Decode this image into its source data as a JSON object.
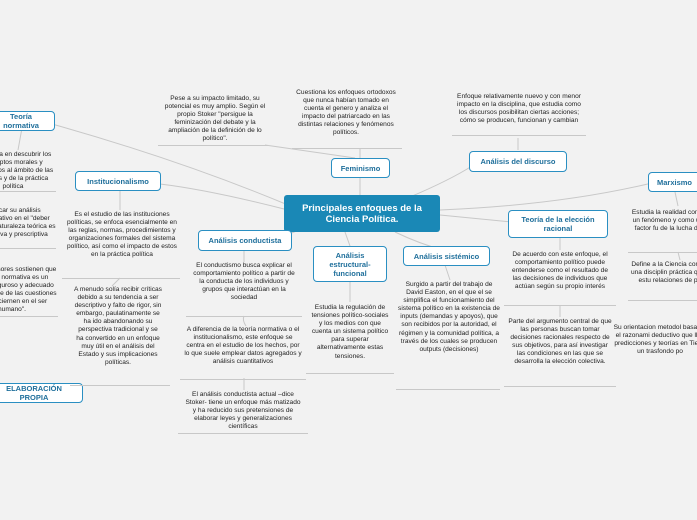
{
  "center": "Principales enfoques de la Ciencia Política.",
  "nodes": {
    "normativa": "Teoría normativa",
    "institucionalismo": "Institucionalismo",
    "conductista": "Análisis conductista",
    "estructural": "Análisis estructural-funcional",
    "sistemico": "Análisis sistémico",
    "feminismo": "Feminismo",
    "discurso": "Análisis del discurso",
    "eleccion": "Teoría de la elección racional",
    "marxismo": "Marxismo",
    "elaboracion": "ELABORACIÓN PROPIA"
  },
  "texts": {
    "normativa_1": "Se centra en descubrir los preceptos morales y normativos al ámbito de las políticas y de la práctica política",
    "normativa_2": "Enfocar su análisis investigativo en el \"deber ser\", su naturaleza teórica es normativa y prescriptiva",
    "normativa_3": "Sus defensores sostienen que la teoría normativa es un método riguroso y adecuado de ocuparse de las cuestiones que se ciernen en el ser humano\".",
    "inst_1": "Es el estudio de las instituciones políticas, se enfoca esencialmente en las reglas, normas, procedimientos y organizaciones formales del sistema político, así como el impacto de estos en la práctica política",
    "inst_2": "A menudo solía recibir críticas debido a su tendencia a ser descriptivo y falto de rigor, sin embargo, paulatinamente se ha ido abandonando su perspectiva tradicional y se ha convertido en un enfoque muy útil en el análisis del Estado y sus implicaciones políticas.",
    "cond_1": "El conductismo busca explicar el comportamiento político a partir de la conducta de los individuos y grupos que interactúan en la sociedad",
    "cond_2": "A diferencia de la teoría normativa o el institucionalismo, este enfoque se centra en el estudio de los hechos, por lo que suele emplear datos agregados y análisis cuantitativos",
    "cond_3": "El análisis conductista actual –dice Stoker- tiene un enfoque más matizado y ha reducido sus pretensiones de elaborar leyes y generalizaciones científicas",
    "estr_1": "Estudia la regulación de tensiones político-sociales y los medios con que cuenta un sistema político para superar alternativamente estas tensiones.",
    "sist_1": "Surgido a partir del trabajo de David Easton, en el que el se simplifica el funcionamiento del sistema político en la existencia de inputs (demandas y apoyos), que son recibidos por la autoridad, el régimen y la comunidad política, a través de los cuales se producen outputs (decisiones)",
    "fem_1": "Cuestiona los enfoques ortodoxos que nunca habían tomado en cuenta el genero y analiza el impacto del patriarcado en las distintas relaciones y fenómenos políticos.",
    "fem_2": "Pese a su impacto limitado, su potencial es muy amplio. Según el propio Stoker \"persigue la feminización del debate y la ampliación de la definición de lo político\".",
    "disc_1": "Enfoque relativamente nuevo y con menor impacto en la disciplina, que estudia como los discursos posibilitan ciertas acciones; cómo se producen, funcionan y cambian",
    "elec_1": "De acuerdo con este enfoque, el comportamiento político puede entenderse como el resultado de las decisiones de individuos que actúan según su propio interés",
    "elec_2": "Parte del argumento central de que las personas buscan tomar decisiones racionales respecto de sus objetivos, para así investigar las condiciones en las que se desarrolla la elección colectiva.",
    "marx_1": "Estudia la realidad como un fenómeno y como un factor fu de la lucha de",
    "marx_2": "Define a la Ciencia como una disciplin práctica que estu relaciones de p",
    "marx_3": "Su orientacion metodol basa en el razonami deductivo que llev predicciones y teorías en Tiene un trasfondo po"
  }
}
